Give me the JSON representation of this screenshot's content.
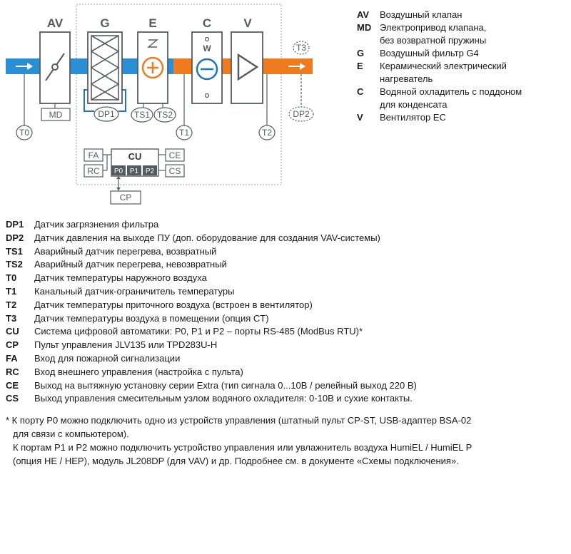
{
  "diagram": {
    "components": {
      "av": "AV",
      "g": "G",
      "e": "E",
      "c": "C",
      "v": "V",
      "md": "MD",
      "w": "W",
      "dp1": "DP1",
      "ts1": "TS1",
      "ts2": "TS2",
      "t0": "T0",
      "t1": "T1",
      "t2": "T2",
      "t3": "T3",
      "dp2": "DP2"
    },
    "controller": {
      "cu": "CU",
      "p0": "P0",
      "p1": "P1",
      "p2": "P2",
      "fa": "FA",
      "rc": "RC",
      "ce": "CE",
      "cs": "CS",
      "cp": "CP"
    },
    "colors": {
      "supply_air": "#2a8fd4",
      "heated_air": "#f07b1e",
      "line": "#4a4f55",
      "sensor_blue": "#1f74c0",
      "box_fill": "#ffffff"
    }
  },
  "legend_right": [
    {
      "code": "AV",
      "lines": [
        "Воздушный клапан"
      ]
    },
    {
      "code": "MD",
      "lines": [
        "Электропривод клапана,",
        "без возвратной пружины"
      ]
    },
    {
      "code": "G",
      "lines": [
        "Воздушный фильтр G4"
      ]
    },
    {
      "code": "E",
      "lines": [
        "Керамический электрический",
        "нагреватель"
      ]
    },
    {
      "code": "C",
      "lines": [
        "Водяной охладитель с поддоном",
        "для конденсата"
      ]
    },
    {
      "code": "V",
      "lines": [
        "Вентилятор EC"
      ]
    }
  ],
  "legend_bottom": [
    {
      "code": "DP1",
      "desc": "Датчик загрязнения фильтра"
    },
    {
      "code": "DP2",
      "desc": "Датчик давления на выходе ПУ (доп. оборудование для создания VAV-системы)"
    },
    {
      "code": "TS1",
      "desc": "Аварийный датчик перегрева, возвратный"
    },
    {
      "code": "TS2",
      "desc": "Аварийный датчик перегрева, невозвратный"
    },
    {
      "code": "T0",
      "desc": "Датчик температуры наружного воздуха"
    },
    {
      "code": "T1",
      "desc": "Канальный датчик-ограничитель температуры"
    },
    {
      "code": "T2",
      "desc": "Датчик температуры приточного воздуха (встроен в вентилятор)"
    },
    {
      "code": "T3",
      "desc": "Датчик температуры воздуха в помещении (опция CT)"
    },
    {
      "code": "CU",
      "desc": "Система цифровой автоматики: P0, P1 и P2 – порты RS-485 (ModBus RTU)*"
    },
    {
      "code": "CP",
      "desc": "Пульт управления JLV135 или TPD283U-H"
    },
    {
      "code": "FA",
      "desc": "Вход для пожарной сигнализации"
    },
    {
      "code": "RC",
      "desc": "Вход внешнего управления (настройка с пульта)"
    },
    {
      "code": "CE",
      "desc": "Выход на вытяжную установку серии Extra (тип сигнала 0...10В / релейный выход 220 В)"
    },
    {
      "code": "CS",
      "desc": "Выход управления смесительным узлом водяного охладителя: 0-10В и сухие контакты."
    }
  ],
  "footnote": [
    "* К порту P0 можно подключить одно из устройств управления (штатный пульт CP-ST, USB-адаптер BSA-02",
    "для связи с компьютером).",
    "К портам P1 и P2 можно подключить устройство управления или увлажнитель воздуха HumiEL /  HumiEL P",
    "(опция HE / HEP), модуль JL208DP (для VAV) и др. Подробнее см. в документе «Схемы подключения»."
  ]
}
